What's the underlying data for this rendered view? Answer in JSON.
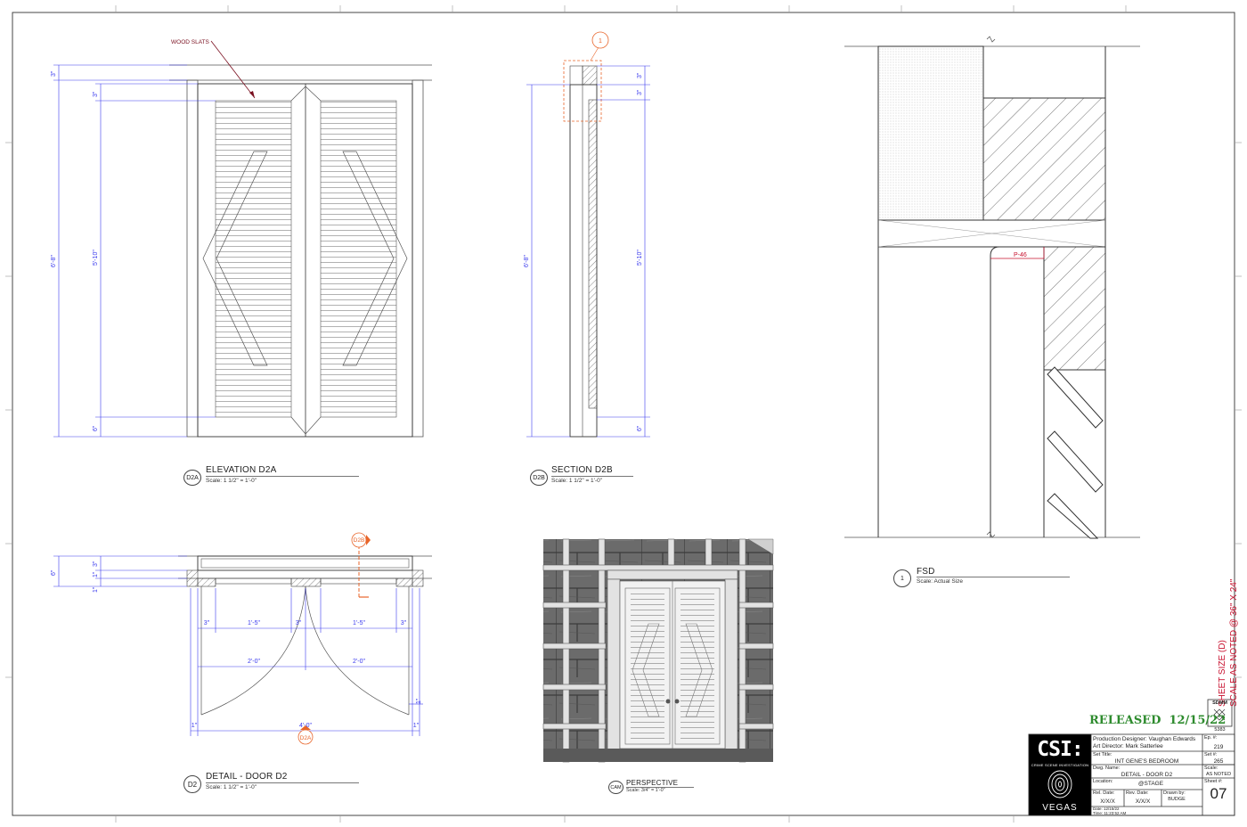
{
  "views": {
    "elevation": {
      "bubble": "D2A",
      "title": "ELEVATION D2A",
      "scale": "Scale: 1 1/2\" = 1'-0\"",
      "callout": "WOOD SLATS",
      "dims": {
        "top": "3\"",
        "rail": "3\"",
        "total": "6'-8\"",
        "field": "5'-10\"",
        "bottom": "6\""
      }
    },
    "section": {
      "bubble": "D2B",
      "title": "SECTION D2B",
      "scale": "Scale: 1 1/2\" = 1'-0\"",
      "detail_tag": "1",
      "dims": {
        "top": "3\"",
        "rail": "3\"",
        "total": "6'-8\"",
        "field": "5'-10\"",
        "bottom": "6\""
      }
    },
    "fsd": {
      "bubble": "1",
      "title": "FSD",
      "scale": "Scale: Actual Size",
      "paint_tag": "P-46"
    },
    "detail": {
      "bubble": "D2",
      "title": "DETAIL - DOOR D2",
      "scale": "Scale: 1 1/2\" = 1'-0\"",
      "section_marker": "D2B",
      "elevation_marker": "D2A",
      "dims": {
        "left_total": "6\"",
        "left_a": "3\"",
        "left_b": "1\"",
        "left_c": "1\"",
        "stile_l": "3\"",
        "panel_l": "1'-5\"",
        "center": "3\"",
        "panel_r": "1'-5\"",
        "stile_r": "3\"",
        "leaf_l": "2'-0\"",
        "leaf_r": "2'-0\"",
        "jamb_l": "1\"",
        "overall": "4'-0\"",
        "jamb_r": "1\"",
        "right_side": "1\""
      }
    },
    "perspective": {
      "bubble": "CAM",
      "title": "PERSPECTIVE",
      "scale": "Scale: 3/4\" = 1'-0\""
    }
  },
  "sheet_note": {
    "line1": "SHEET SIZE (D)",
    "line2": "SCALE AS NOTED @ 36\" X 24\""
  },
  "union": {
    "label": "SDMM",
    "number": "5383"
  },
  "released": "RELEASED  12/15/22",
  "title_block": {
    "logo": {
      "main": "CSI:",
      "sub": "CRIME SCENE INVESTIGATION",
      "city": "VEGAS"
    },
    "production_designer": "Production Designer:  Vaughan Edwards",
    "art_director": "Art Director:  Mark Satterlee",
    "set_title_label": "Set Title:",
    "set_title": "INT GENE'S BEDROOM",
    "dwg_name_label": "Dwg. Name:",
    "dwg_name": "DETAIL - DOOR D2",
    "location_label": "Location:",
    "location": "@STAGE",
    "rel_date_label": "Rel. Date:",
    "rel_date": "X/X/X",
    "rev_date_label": "Rev. Date:",
    "rev_date": "X/X/X",
    "drawn_by_label": "Drawn by:",
    "drawn_by": "BUDGE",
    "date_line": "Date: 12/15/22",
    "time_line": "Time: 11:23:52 AM",
    "ep_label": "Ep. #:",
    "ep": "219",
    "set_no_label": "Set #:",
    "set_no": "265",
    "scale_label": "Scale:",
    "scale": "AS NOTED",
    "sheet_label": "Sheet #:",
    "sheet": "07"
  },
  "colors": {
    "dimension": "#3a3aee",
    "annotation_red": "#c8102e",
    "released_green": "#2e8b2e",
    "section_orange": "#e8652a",
    "callout": "#7a1020"
  }
}
